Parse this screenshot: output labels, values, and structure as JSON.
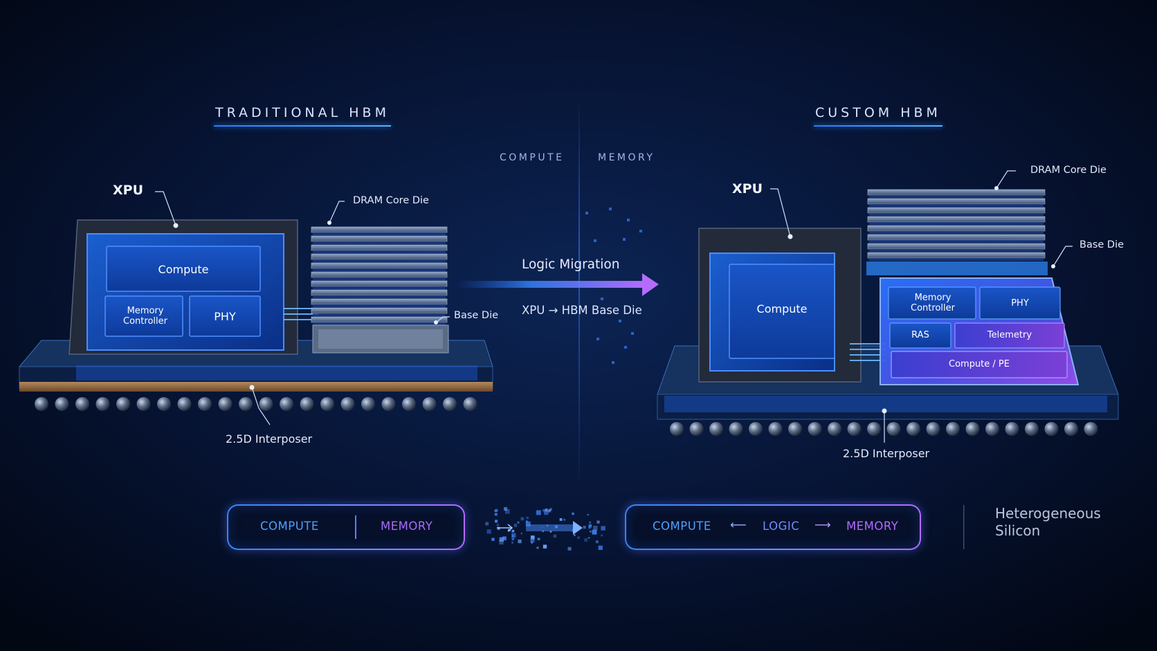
{
  "left": {
    "title": "TRADITIONAL HBM",
    "xpu_label": "XPU",
    "dram_label": "DRAM Core Die",
    "base_die_label": "Base Die",
    "interposer_label": "2.5D Interposer",
    "blocks": {
      "compute": "Compute",
      "memory_controller": "Memory Controller",
      "phy": "PHY"
    },
    "pill": {
      "left": "COMPUTE",
      "right": "MEMORY"
    }
  },
  "center": {
    "axis_left": "COMPUTE",
    "axis_right": "MEMORY",
    "migration_title": "Logic Migration",
    "migration_from": "XPU",
    "migration_to": "HBM Base Die"
  },
  "right": {
    "title": "CUSTOM HBM",
    "xpu_label": "XPU",
    "dram_label": "DRAM Core Die",
    "base_die_label": "Base Die",
    "interposer_label": "2.5D Interposer",
    "blocks": {
      "compute": "Compute",
      "memory_controller": "Memory Controller",
      "phy": "PHY",
      "ras": "RAS",
      "telemetry": "Telemetry",
      "compute_pe": "Compute / PE"
    },
    "pill": {
      "left": "COMPUTE",
      "middle": "LOGIC",
      "right": "MEMORY"
    }
  },
  "footer": {
    "note": "Heterogeneous Silicon"
  },
  "colors": {
    "background": "#040a1a",
    "accent_blue": "#2f87ff",
    "accent_purple": "#b36bff",
    "die_blue": "#0d3c9c"
  }
}
